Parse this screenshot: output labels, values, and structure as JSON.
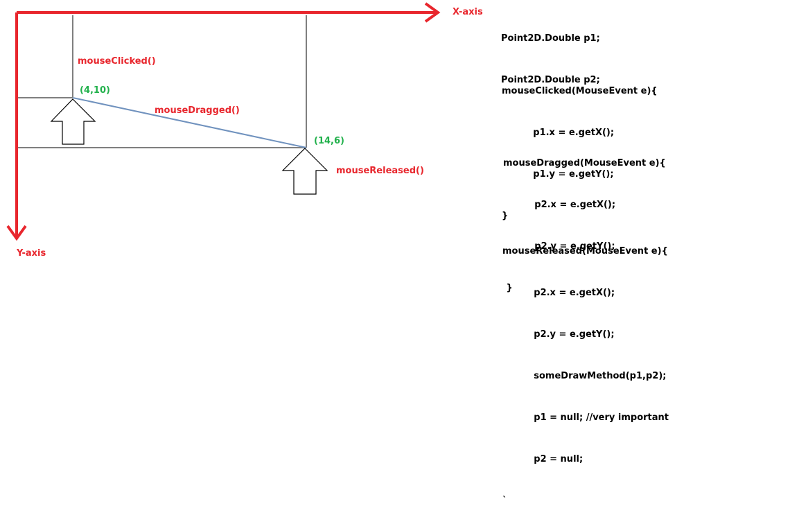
{
  "colors": {
    "axis": "#e8262d",
    "label_red": "#e8262d",
    "label_green": "#22b14c",
    "grid": "#7f7f7f",
    "drag_line": "#7092be",
    "text": "#000000"
  },
  "axes": {
    "x_label": "X-axis",
    "y_label": "Y-axis"
  },
  "events": {
    "clicked": "mouseClicked()",
    "dragged": "mouseDragged()",
    "released": "mouseReleased()"
  },
  "points": {
    "start": "(4,10)",
    "end": "(14,6)"
  },
  "code": {
    "declarations": [
      "Point2D.Double p1;",
      "Point2D.Double p2;"
    ],
    "clicked_block": [
      "mouseClicked(MouseEvent e){",
      "          p1.x = e.getX();",
      "          p1.y = e.getY();",
      "}"
    ],
    "dragged_block": [
      "mouseDragged(MouseEvent e){",
      "          p2.x = e.getX();",
      "          p2.y = e.getY();",
      " }"
    ],
    "released_block": [
      "mouseReleased(MouseEvent e){",
      "          p2.x = e.getX();",
      "          p2.y = e.getY();",
      "          someDrawMethod(p1,p2);",
      "          p1 = null; //very important",
      "          p2 = null;",
      "`"
    ]
  }
}
